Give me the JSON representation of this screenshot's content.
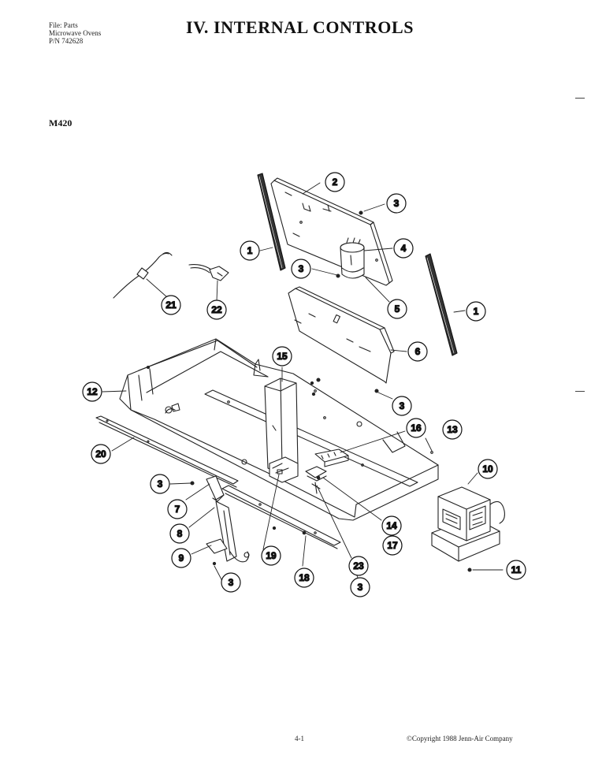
{
  "header": {
    "file_line1": "File: Parts",
    "file_line2": "Microwave Ovens",
    "file_line3": "P/N 742628",
    "title": "IV.  INTERNAL CONTROLS",
    "model": "M420"
  },
  "callouts": [
    {
      "id": "c1a",
      "label": "1"
    },
    {
      "id": "c2",
      "label": "2"
    },
    {
      "id": "c3a",
      "label": "3"
    },
    {
      "id": "c4",
      "label": "4"
    },
    {
      "id": "c3b",
      "label": "3"
    },
    {
      "id": "c5",
      "label": "5"
    },
    {
      "id": "c1b",
      "label": "1"
    },
    {
      "id": "c21",
      "label": "21"
    },
    {
      "id": "c22",
      "label": "22"
    },
    {
      "id": "c6",
      "label": "6"
    },
    {
      "id": "c15",
      "label": "15"
    },
    {
      "id": "c12",
      "label": "12"
    },
    {
      "id": "c3c",
      "label": "3"
    },
    {
      "id": "c16",
      "label": "16"
    },
    {
      "id": "c13",
      "label": "13"
    },
    {
      "id": "c20",
      "label": "20"
    },
    {
      "id": "c10",
      "label": "10"
    },
    {
      "id": "c3d",
      "label": "3"
    },
    {
      "id": "c7",
      "label": "7"
    },
    {
      "id": "c14",
      "label": "14"
    },
    {
      "id": "c8",
      "label": "8"
    },
    {
      "id": "c17",
      "label": "17"
    },
    {
      "id": "c11",
      "label": "11"
    },
    {
      "id": "c9",
      "label": "9"
    },
    {
      "id": "c19",
      "label": "19"
    },
    {
      "id": "c23",
      "label": "23"
    },
    {
      "id": "c3e",
      "label": "3"
    },
    {
      "id": "c18",
      "label": "18"
    },
    {
      "id": "c3f",
      "label": "3"
    }
  ],
  "footer": {
    "page": "4-1",
    "copyright": "©Copyright 1988 Jenn-Air Company"
  }
}
